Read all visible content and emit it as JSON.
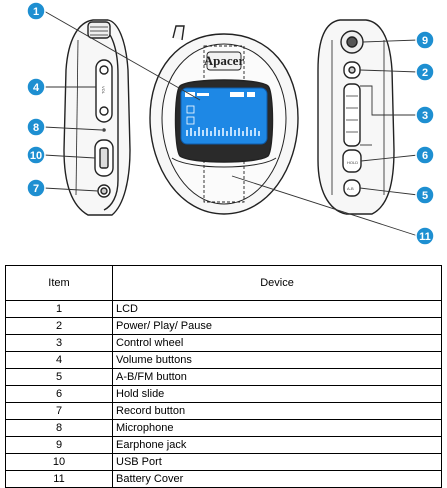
{
  "diagram": {
    "brand": "Apacer",
    "callouts": [
      "1",
      "2",
      "3",
      "4",
      "5",
      "6",
      "7",
      "8",
      "9",
      "10",
      "11"
    ],
    "colors": {
      "callout": "#1E8FD1",
      "lcd": "#1E88E5",
      "body_fill": "#F7F7F7",
      "outline": "#222222"
    }
  },
  "table": {
    "headers": {
      "item": "Item",
      "device": "Device"
    },
    "rows": [
      {
        "item": "1",
        "device": "LCD"
      },
      {
        "item": "2",
        "device": "Power/ Play/ Pause"
      },
      {
        "item": "3",
        "device": "Control wheel"
      },
      {
        "item": "4",
        "device": "Volume buttons"
      },
      {
        "item": "5",
        "device": "A-B/FM button"
      },
      {
        "item": "6",
        "device": "Hold slide"
      },
      {
        "item": "7",
        "device": "Record button"
      },
      {
        "item": "8",
        "device": "Microphone"
      },
      {
        "item": "9",
        "device": "Earphone jack"
      },
      {
        "item": "10",
        "device": " USB Port"
      },
      {
        "item": "11",
        "device": "Battery Cover"
      }
    ]
  }
}
